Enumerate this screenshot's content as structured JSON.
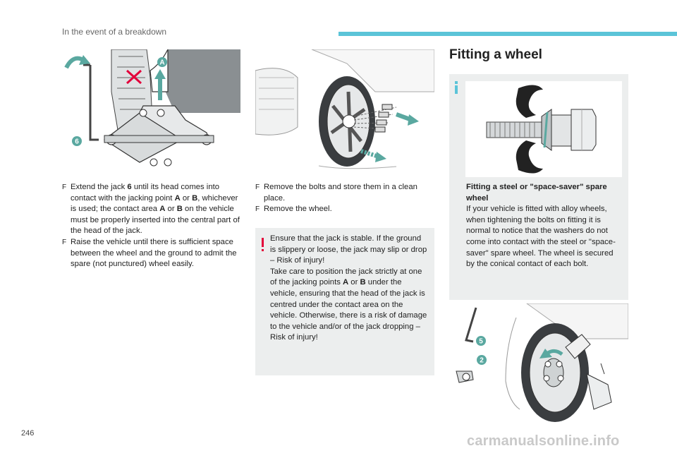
{
  "header": {
    "title": "In the event of a breakdown",
    "accent_color": "#5bc4d8"
  },
  "figures": {
    "jack": {
      "label_a": "A",
      "label_6": "6"
    },
    "bolts": {},
    "washer": {},
    "wrench": {
      "label_5": "5",
      "label_2": "2"
    }
  },
  "col1": {
    "bullet1": {
      "t1": "Extend the jack ",
      "b1": "6",
      "t2": " until its head comes into contact with the jacking point ",
      "b2": "A",
      "t3": " or ",
      "b3": "B",
      "t4": ", whichever is used; the contact area ",
      "b4": "A",
      "t5": " or ",
      "b5": "B",
      "t6": " on the vehicle must be properly inserted into the central part of the head of the jack."
    },
    "bullet2": "Raise the vehicle until there is sufficient space between the wheel and the ground to admit the spare (not punctured) wheel easily."
  },
  "col2": {
    "bullet1": "Remove the bolts and store them in a clean place.",
    "bullet2": "Remove the wheel."
  },
  "warning": {
    "line1": "Ensure that the jack is stable. If the ground is slippery or loose, the jack may slip or drop – Risk of injury!",
    "t1": "Take care to position the jack strictly at one of the jacking points ",
    "b1": "A",
    "t2": " or ",
    "b2": "B",
    "t3": " under the vehicle, ensuring that the head of the jack is centred under the contact area on the vehicle. Otherwise, there is a risk of damage to the vehicle and/or of the jack dropping – Risk of injury!",
    "color": "#e3003a"
  },
  "section": {
    "title": "Fitting a wheel"
  },
  "info": {
    "heading": "Fitting a steel or \"space-saver\" spare wheel",
    "body": "If your vehicle is fitted with alloy wheels, when tightening the bolts on fitting it is normal to notice that the washers do not come into contact with the steel or \"space-saver\" spare wheel. The wheel is secured by the conical contact of each bolt.",
    "color": "#5bc4d8"
  },
  "bullet_glyph": "F",
  "footer": {
    "page_number": "246",
    "watermark": "carmanualsonline.info"
  }
}
